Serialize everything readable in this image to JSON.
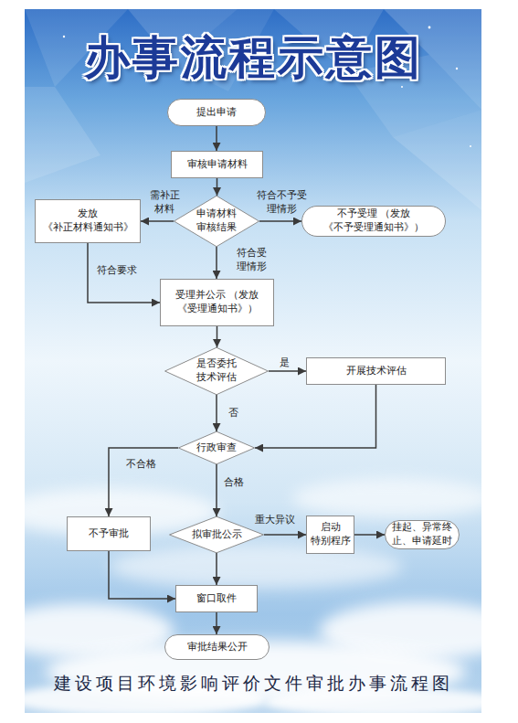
{
  "diagram": {
    "title": "办事流程示意图",
    "caption": "建设项目环境影响评价文件审批办事流程图",
    "nodes": [
      {
        "text": [
          "提出申请"
        ]
      },
      {
        "text": [
          "审核申请材料"
        ]
      },
      {
        "text": [
          "申请材料 审核结果"
        ]
      },
      {
        "text": [
          "发放 《补正材料通知书》"
        ]
      },
      {
        "text": [
          "不予受理 （发放《不予受理通知书》）"
        ]
      },
      {
        "text": [
          "受理并公示 （发放《受理通知书》）"
        ]
      },
      {
        "text": [
          "是否委托 技术评估"
        ]
      },
      {
        "text": [
          "开展技术评估"
        ]
      },
      {
        "text": [
          "行政审查"
        ]
      },
      {
        "text": [
          "不予审批"
        ]
      },
      {
        "text": [
          "拟审批公示"
        ]
      },
      {
        "text": [
          "启动 特别程序"
        ]
      },
      {
        "text": [
          "挂起、异常终止、申请延时"
        ]
      },
      {
        "text": [
          "窗口取件"
        ]
      },
      {
        "text": [
          "审批结果公开"
        ]
      }
    ],
    "edges": [
      {
        "from": 0,
        "to": 1,
        "arrow": "to"
      },
      {
        "from": 1,
        "to": 2,
        "arrow": "to"
      },
      {
        "from": 2,
        "to": 3,
        "label": "需补正 材料",
        "arrow": "to"
      },
      {
        "from": 2,
        "to": 4,
        "label": "符合不予受 理情形",
        "arrow": "to"
      },
      {
        "from": 2,
        "to": 5,
        "label": "符合受 理情形",
        "arrow": "to"
      },
      {
        "from": 3,
        "to": 5,
        "label": "符合要求",
        "arrow": "to"
      },
      {
        "from": 5,
        "to": 6,
        "arrow": "to"
      },
      {
        "from": 6,
        "to": 7,
        "label": "是",
        "arrow": "to"
      },
      {
        "from": 6,
        "to": 8,
        "label": "否",
        "arrow": "to"
      },
      {
        "from": 7,
        "to": 8,
        "arrow": "to"
      },
      {
        "from": 8,
        "to": 9,
        "label": "不合格",
        "arrow": "to"
      },
      {
        "from": 8,
        "to": 10,
        "label": "合格",
        "arrow": "to"
      },
      {
        "from": 10,
        "to": 11,
        "label": "重大异议",
        "arrow": "to"
      },
      {
        "from": 11,
        "to": 12,
        "arrow": "to"
      },
      {
        "from": 9,
        "to": 13,
        "arrow": "to"
      },
      {
        "from": 10,
        "to": 13,
        "arrow": "to"
      },
      {
        "from": 13,
        "to": 14,
        "arrow": "to"
      }
    ]
  }
}
